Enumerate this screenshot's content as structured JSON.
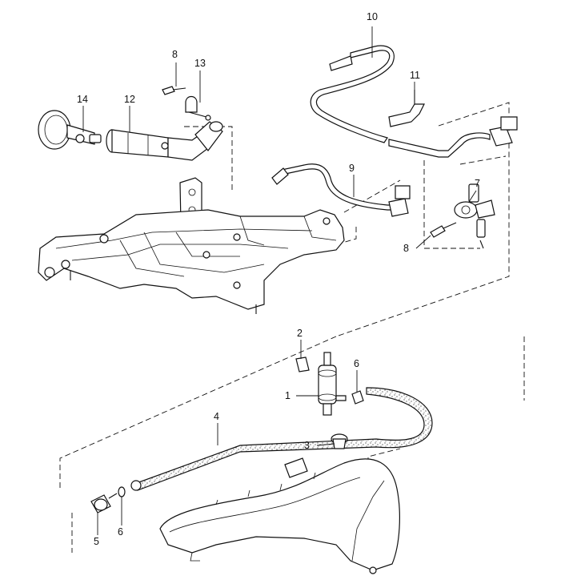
{
  "callouts": {
    "c1": "1",
    "c2": "2",
    "c3": "3",
    "c4": "4",
    "c5": "5",
    "c6a": "6",
    "c6b": "6",
    "c7": "7",
    "c8a": "8",
    "c8b": "8",
    "c9": "9",
    "c10": "10",
    "c11": "11",
    "c12": "12",
    "c13": "13",
    "c14": "14"
  }
}
